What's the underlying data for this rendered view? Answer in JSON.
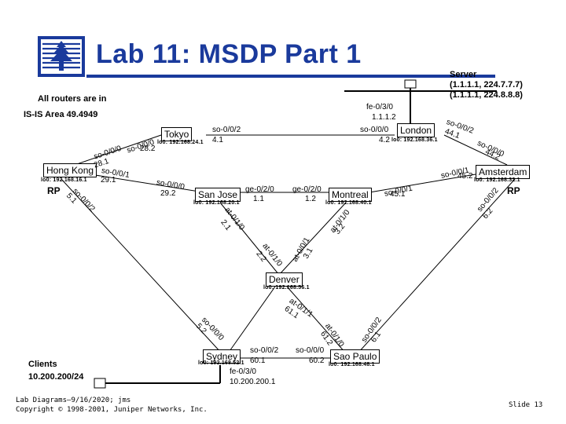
{
  "title": "Lab 11: MSDP Part 1",
  "notes": {
    "line1": "All routers are in",
    "line2": "IS-IS Area 49.4949"
  },
  "server": {
    "label": "Server",
    "line2": "(1.1.1.1, 224.7.7.7)",
    "line3": "(1.1.1.1, 224.8.8.8)",
    "fe": "fe-0/3/0",
    "ip": "1.1.1.2"
  },
  "clients": {
    "label": "Clients",
    "subnet": "10.200.200/24",
    "fe": "fe-0/3/0",
    "ip": "10.200.200.1"
  },
  "routers": {
    "tokyo": {
      "name": "Tokyo",
      "lo": "lo0: 192.168.24.1"
    },
    "london": {
      "name": "London",
      "lo": "lo0: 192.168.36.1"
    },
    "hongkong": {
      "name": "Hong Kong",
      "lo": "lo0: 192.168.16.1",
      "rp": "RP"
    },
    "amsterdam": {
      "name": "Amsterdam",
      "lo": "lo0: 192.168.32.1",
      "rp": "RP"
    },
    "sanjose": {
      "name": "San Jose",
      "lo": "lo0: 192.168.20.1"
    },
    "montreal": {
      "name": "Montreal",
      "lo": "lo0: 192.168.40.1"
    },
    "denver": {
      "name": "Denver",
      "lo": "lo0: 192.168.56.1"
    },
    "sydney": {
      "name": "Sydney",
      "lo": "lo0: 192.168.52.1"
    },
    "saopaulo": {
      "name": "Sao Paulo",
      "lo": "lo0: 192.168.48.1"
    }
  },
  "interfaces": {
    "tokyo_so000": "so-0/0/0",
    "tokyo_so002": "so-0/0/2",
    "tokyo_282": "28.2",
    "tokyo_41": "4.1",
    "tokyo_292": "29.2",
    "london_so000": "so-0/0/0",
    "london_42": "4.2",
    "london_so002": "so-0/0/2",
    "london_441": "44.1",
    "ams_so000": "so-0/0/0",
    "ams_442": "44.2",
    "ams_so001": "so-0/0/1",
    "ams_452": "45.2",
    "ams_so002": "so-0/0/2",
    "ams_62": "6.2",
    "hk_so000": "so-0/0/0",
    "hk_281": "28.1",
    "hk_so001": "so-0/0/1",
    "hk_291": "29.1",
    "hk_so002": "so-0/0/2",
    "hk_51": "5.1",
    "tokyo_so000b": "so-0/0/0",
    "sj_ge020": "ge-0/2/0",
    "sj_11": "1.1",
    "sj_at010": "at-0/1/0",
    "sj_21": "2.1",
    "mtl_ge020": "ge-0/2/0",
    "mtl_12": "1.2",
    "mtl_so001": "so-0/0/1",
    "mtl_451": "45.1",
    "mtl_at010": "at-0/1/0",
    "mtl_32": "3.2",
    "den_at010": "at-0/1/0",
    "den_22": "2.2",
    "den_at001": "at-0/0/1",
    "den_31": "3.1",
    "den_at011": "at-0/1/1",
    "den_611": "61.1",
    "syd_so000": "so-0/0/0",
    "syd_52": "5.2",
    "syd_so002": "so-0/0/2",
    "syd_601": "60.1",
    "sp_so000": "so-0/0/0",
    "sp_602": "60.2",
    "sp_at110": "at-0/1/0",
    "sp_612": "61.2",
    "sp_so002": "so-0/0/2",
    "sp_61": "6.1"
  },
  "footer": {
    "line1": "Lab Diagrams—9/16/2020; jms",
    "line2": "Copyright © 1998-2001, Juniper Networks, Inc.",
    "slide": "Slide 13"
  },
  "colors": {
    "title": "#1a3a9c",
    "logo": "#1a3a9c"
  }
}
